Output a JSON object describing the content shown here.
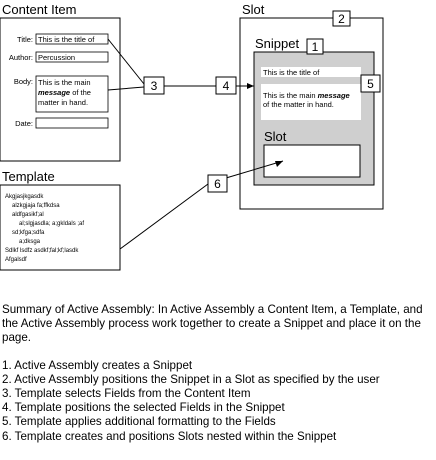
{
  "content_item": {
    "heading": "Content Item",
    "fields": [
      {
        "label": "Title:",
        "value": "This is the title of"
      },
      {
        "label": "Author:",
        "value": "Percussion"
      },
      {
        "label": "Body:",
        "value_lines": [
          [
            "This is the main"
          ],
          [
            "message",
            " of the"
          ],
          [
            "matter in hand."
          ]
        ]
      },
      {
        "label": "Date:",
        "value": ""
      }
    ]
  },
  "template": {
    "heading": "Template",
    "text_lines": [
      "Akgjasjkgasdk",
      "alzkgjaja fa;ffkdsa",
      "aldfgasikf;al",
      "al;slgjasdla;  a;gkldals ;af",
      "sd;kfga;sdfa",
      "a;dksga",
      "Sdlkf lsdfz asdkf;fal;kf;lasdk",
      "Afgalsdf"
    ]
  },
  "slot": {
    "heading": "Slot",
    "snippet": {
      "heading": "Snippet",
      "title_text": "This is the title of",
      "body_lines": [
        [
          "This is the main ",
          "message"
        ],
        [
          "of the matter in hand."
        ]
      ],
      "nested_slot_heading": "Slot"
    }
  },
  "callouts": [
    "1",
    "2",
    "3",
    "4",
    "5",
    "6"
  ],
  "summary": {
    "intro": "Summary of Active Assembly:  In Active Assembly a Content Item, a Template, and the Active Assembly process work together to create a Snippet and place it on the page.",
    "steps": [
      "1. Active Assembly creates a Snippet",
      "2. Active Assembly positions the Snippet in a Slot as specified by the user",
      "3. Template selects Fields from the Content Item",
      "4. Template positions the selected Fields in the Snippet",
      "5. Template applies additional formatting to the Fields",
      "6. Template creates and positions Slots nested within the Snippet"
    ]
  }
}
